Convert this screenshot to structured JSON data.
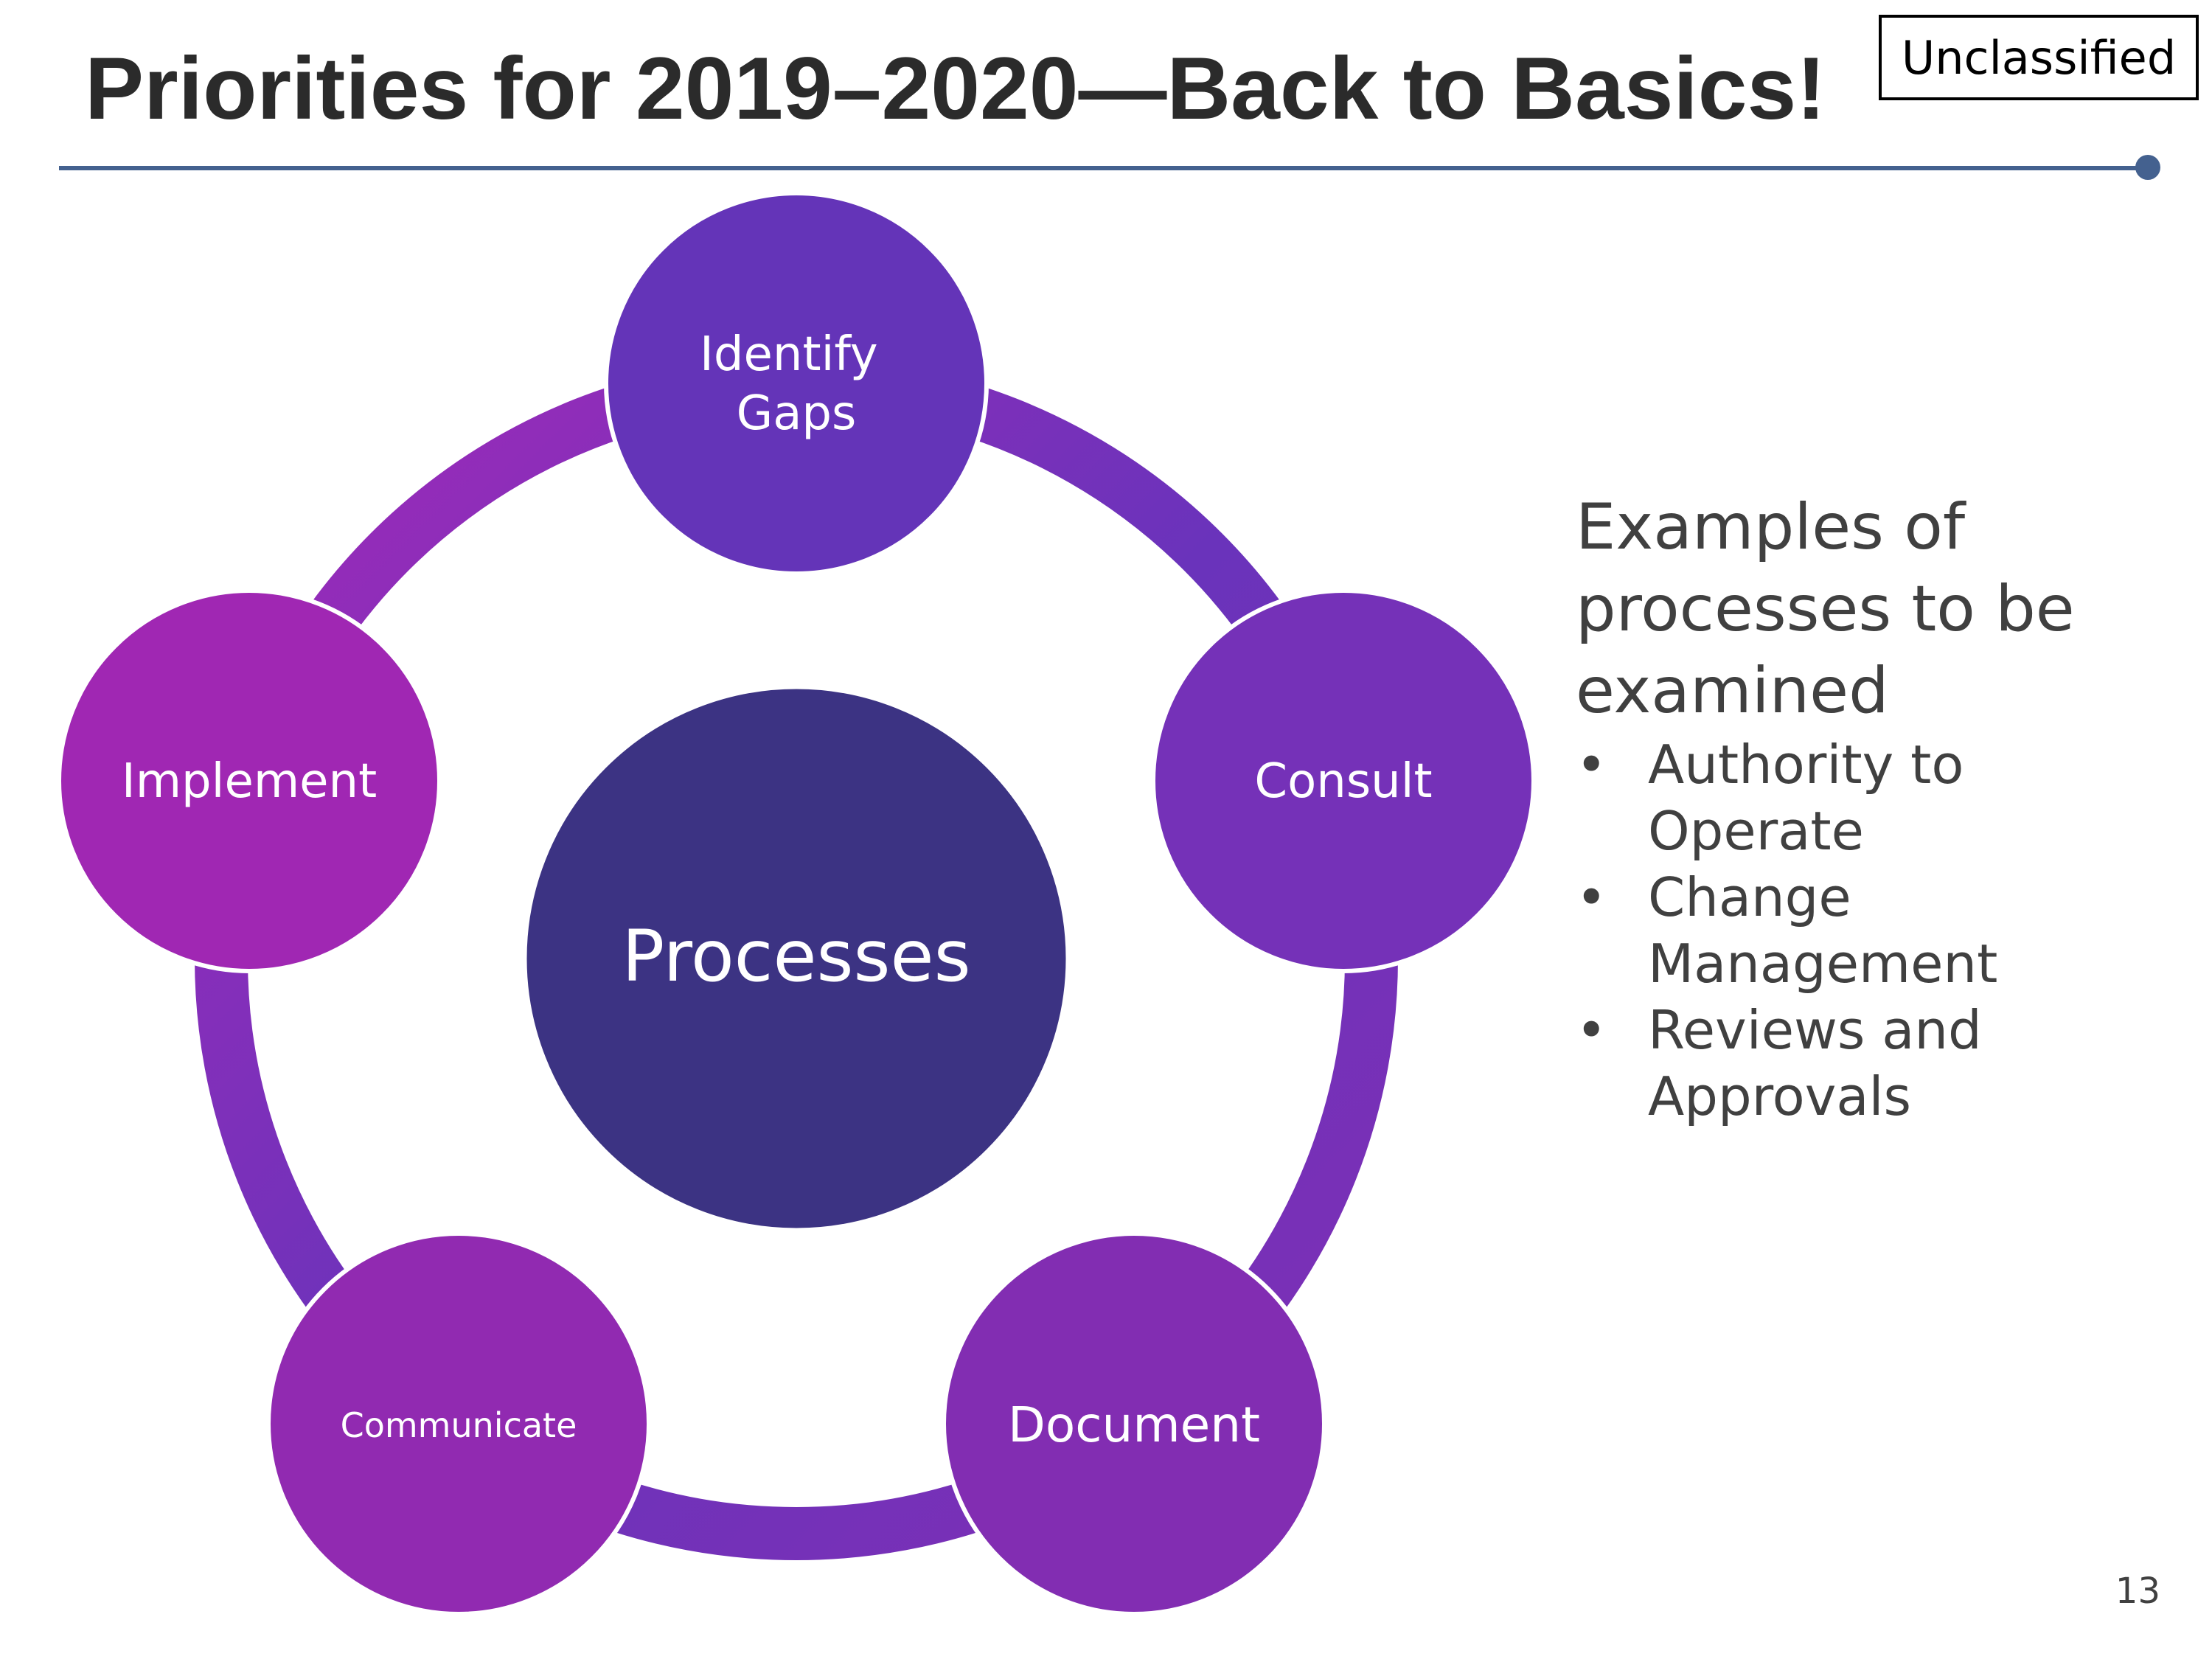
{
  "slide": {
    "title": "Priorities for 2019–2020—Back to Basics!",
    "classification": "Unclassified",
    "page_number": "13"
  },
  "colors": {
    "accent_rule": "#44618f",
    "center_circle": "#3c3383",
    "node_identify": "#6434b8",
    "node_consult": "#7531b8",
    "node_document": "#822db2",
    "node_communicate": "#912ab1",
    "node_implement": "#a027b3"
  },
  "diagram": {
    "center_label": "Processes",
    "nodes": [
      {
        "id": "identify",
        "lines": [
          "Identify",
          "Gaps"
        ]
      },
      {
        "id": "consult",
        "lines": [
          "Consult"
        ]
      },
      {
        "id": "document",
        "lines": [
          "Document"
        ]
      },
      {
        "id": "communicate",
        "lines": [
          "Communicate"
        ]
      },
      {
        "id": "implement",
        "lines": [
          "Implement"
        ]
      }
    ]
  },
  "side_panel": {
    "heading_lines": [
      "Examples of",
      "processes to be",
      "examined"
    ],
    "bullet_symbol": "•",
    "bullets": [
      {
        "lines": [
          "Authority to",
          "Operate"
        ]
      },
      {
        "lines": [
          "Change",
          "Management"
        ]
      },
      {
        "lines": [
          "Reviews and",
          "Approvals"
        ]
      }
    ]
  }
}
